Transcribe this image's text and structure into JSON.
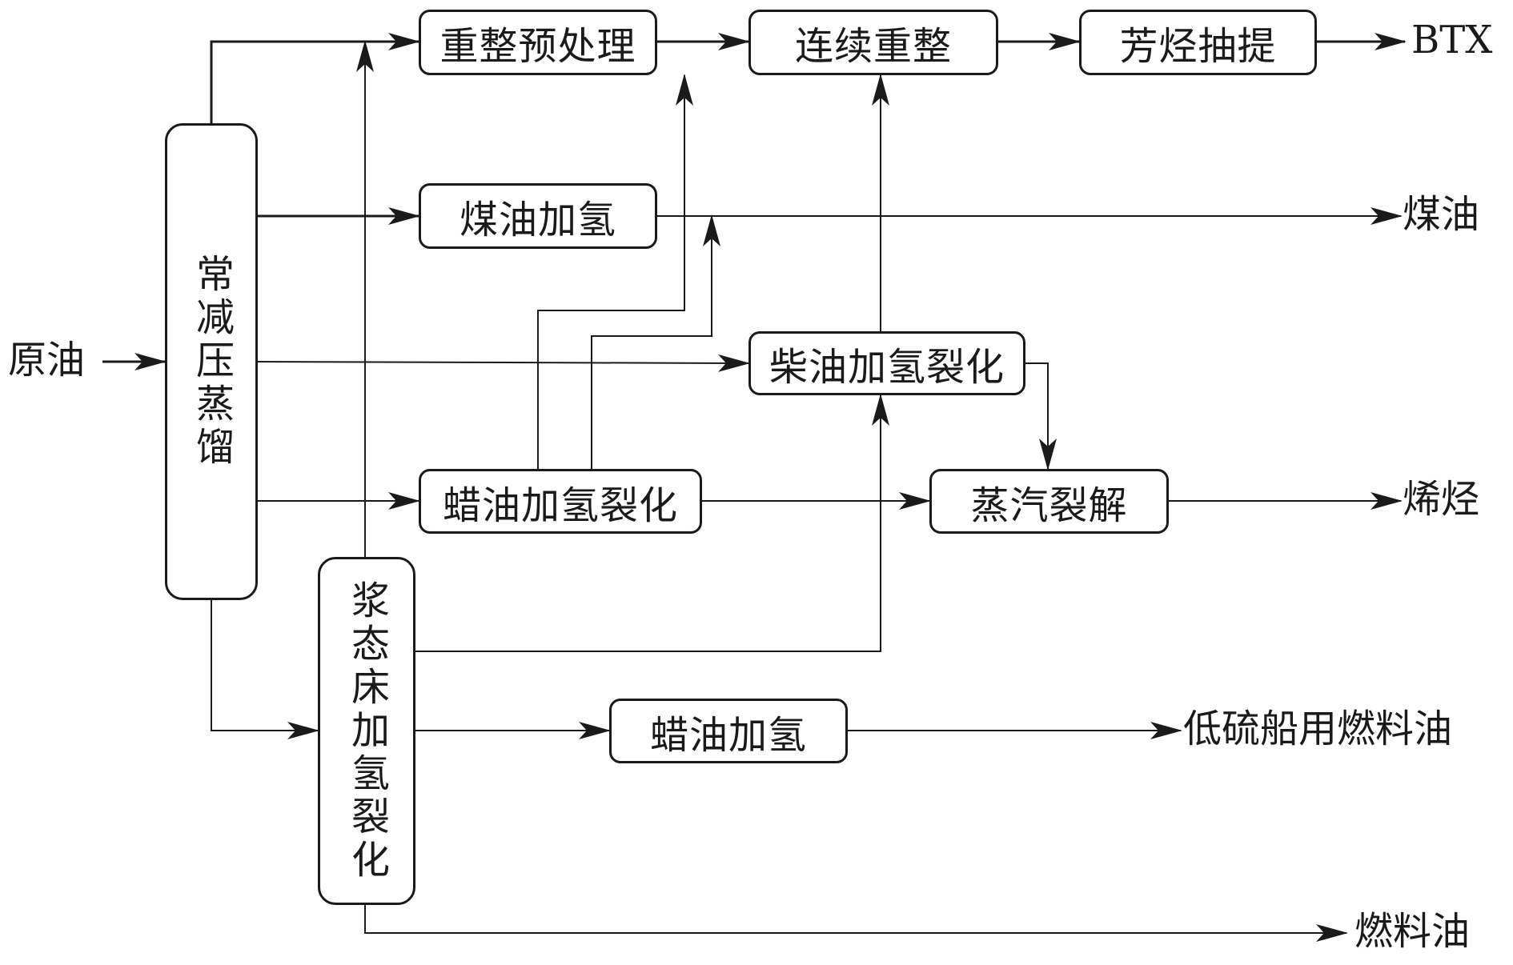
{
  "diagram": {
    "type": "process-flowchart",
    "input": "原油",
    "units": {
      "distillation": "常减压蒸馏",
      "reforming_pretreat": "重整预处理",
      "continuous_reforming": "连续重整",
      "aromatics_extraction": "芳烃抽提",
      "kerosene_hydro": "煤油加氢",
      "diesel_hydrocracking": "柴油加氢裂化",
      "wax_oil_hydrocracking": "蜡油加氢裂化",
      "steam_cracking": "蒸汽裂解",
      "slurry_bed_hydrocracking": "浆态床加氢裂化",
      "wax_oil_hydro": "蜡油加氢"
    },
    "products": {
      "btx": "BTX",
      "kerosene": "煤油",
      "olefins": "烯烃",
      "low_sulfur_marine_fuel": "低硫船用燃料油",
      "fuel_oil": "燃料油"
    },
    "edges": [
      [
        "原油",
        "常减压蒸馏"
      ],
      [
        "常减压蒸馏",
        "重整预处理"
      ],
      [
        "常减压蒸馏",
        "煤油加氢"
      ],
      [
        "常减压蒸馏",
        "柴油加氢裂化"
      ],
      [
        "常减压蒸馏",
        "蜡油加氢裂化"
      ],
      [
        "常减压蒸馏",
        "浆态床加氢裂化"
      ],
      [
        "重整预处理",
        "连续重整"
      ],
      [
        "连续重整",
        "芳烃抽提"
      ],
      [
        "芳烃抽提",
        "BTX"
      ],
      [
        "煤油加氢",
        "煤油"
      ],
      [
        "蜡油加氢裂化",
        "重整预处理"
      ],
      [
        "蜡油加氢裂化",
        "煤油"
      ],
      [
        "蜡油加氢裂化",
        "蒸汽裂解"
      ],
      [
        "柴油加氢裂化",
        "连续重整"
      ],
      [
        "柴油加氢裂化",
        "蒸汽裂解"
      ],
      [
        "蒸汽裂解",
        "烯烃"
      ],
      [
        "浆态床加氢裂化",
        "重整预处理"
      ],
      [
        "浆态床加氢裂化",
        "柴油加氢裂化"
      ],
      [
        "浆态床加氢裂化",
        "蜡油加氢"
      ],
      [
        "浆态床加氢裂化",
        "燃料油"
      ],
      [
        "蜡油加氢",
        "低硫船用燃料油"
      ]
    ]
  }
}
